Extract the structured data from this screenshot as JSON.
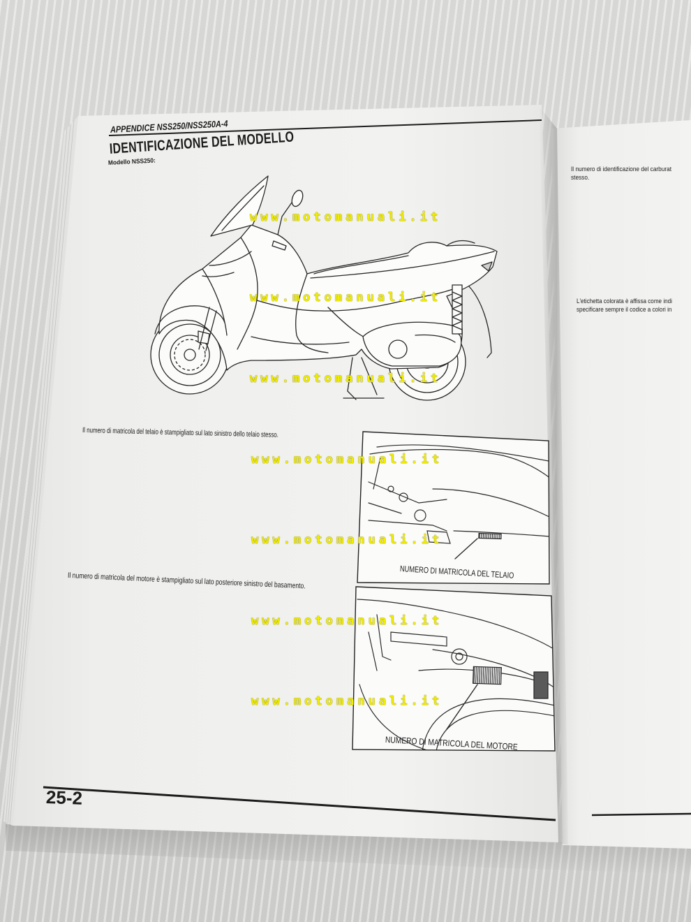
{
  "document": {
    "running_header": "APPENDICE NSS250/NSS250A-4",
    "section_title": "IDENTIFICAZIONE DEL MODELLO",
    "model_caption": "Modello NSS250:",
    "frame_number_text": "Il numero di matricola del telaio è stampigliato sul lato sinistro dello telaio stesso.",
    "frame_number_callout": "NUMERO DI MATRICOLA DEL TELAIO",
    "engine_number_text": "Il numero di matricola del motore è stampigliato sul lato posteriore sinistro del basamento.",
    "engine_number_callout": "NUMERO DI MATRICOLA DEL MOTORE",
    "page_number": "25-2"
  },
  "facing_page": {
    "carburetor_line_1": "Il numero di identificazione del carburat",
    "carburetor_line_2": "stesso.",
    "color_label_line_1": "L'etichetta colorata è affissa come indi",
    "color_label_line_2": "specificare sempre il codice a colori in"
  },
  "watermark": {
    "text": "www.motomanuali.it",
    "color": "#f2ee00"
  },
  "colors": {
    "paper": "#f1f1ef",
    "ink": "#1c1c1c",
    "surface": "#d6d6d4"
  }
}
